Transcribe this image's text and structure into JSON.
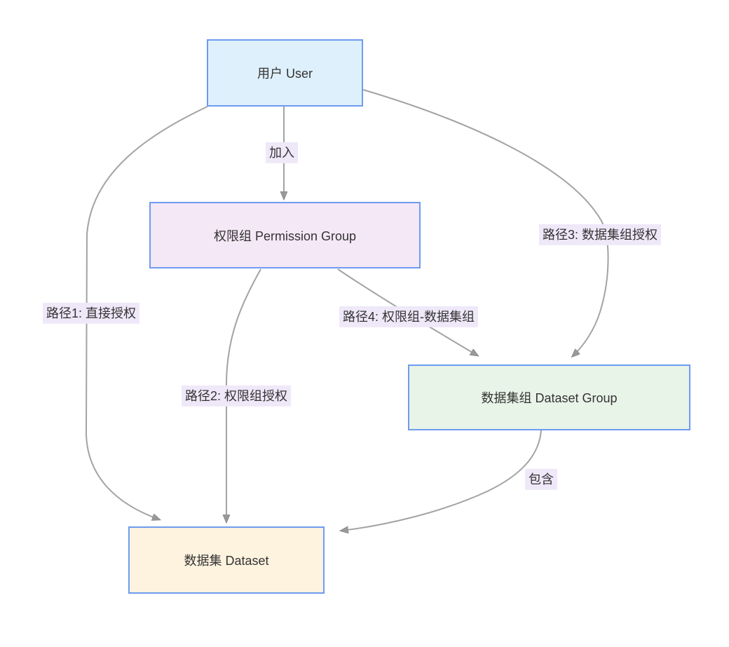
{
  "diagram": {
    "type": "flowchart",
    "nodes": [
      {
        "id": "user",
        "label": "用户 User"
      },
      {
        "id": "permission_group",
        "label": "权限组 Permission Group"
      },
      {
        "id": "dataset_group",
        "label": "数据集组 Dataset Group"
      },
      {
        "id": "dataset",
        "label": "数据集 Dataset"
      }
    ],
    "edges": [
      {
        "from": "user",
        "to": "permission_group",
        "label": "加入"
      },
      {
        "from": "user",
        "to": "dataset",
        "label": "路径1: 直接授权"
      },
      {
        "from": "permission_group",
        "to": "dataset",
        "label": "路径2: 权限组授权"
      },
      {
        "from": "user",
        "to": "dataset_group",
        "label": "路径3: 数据集组授权"
      },
      {
        "from": "permission_group",
        "to": "dataset_group",
        "label": "路径4: 权限组-数据集组"
      },
      {
        "from": "dataset_group",
        "to": "dataset",
        "label": "包含"
      }
    ],
    "colors": {
      "node_border": "#6e9bf0",
      "user_fill": "#def0fb",
      "permission_fill": "#f4e7f6",
      "dataset_group_fill": "#e9f4e9",
      "dataset_fill": "#fdf3df",
      "label_bg": "#efe8f9",
      "line": "#a3a3a3",
      "arrow": "#999999",
      "arrow_stroke": "#8a8a8a",
      "text": "#333333"
    }
  }
}
